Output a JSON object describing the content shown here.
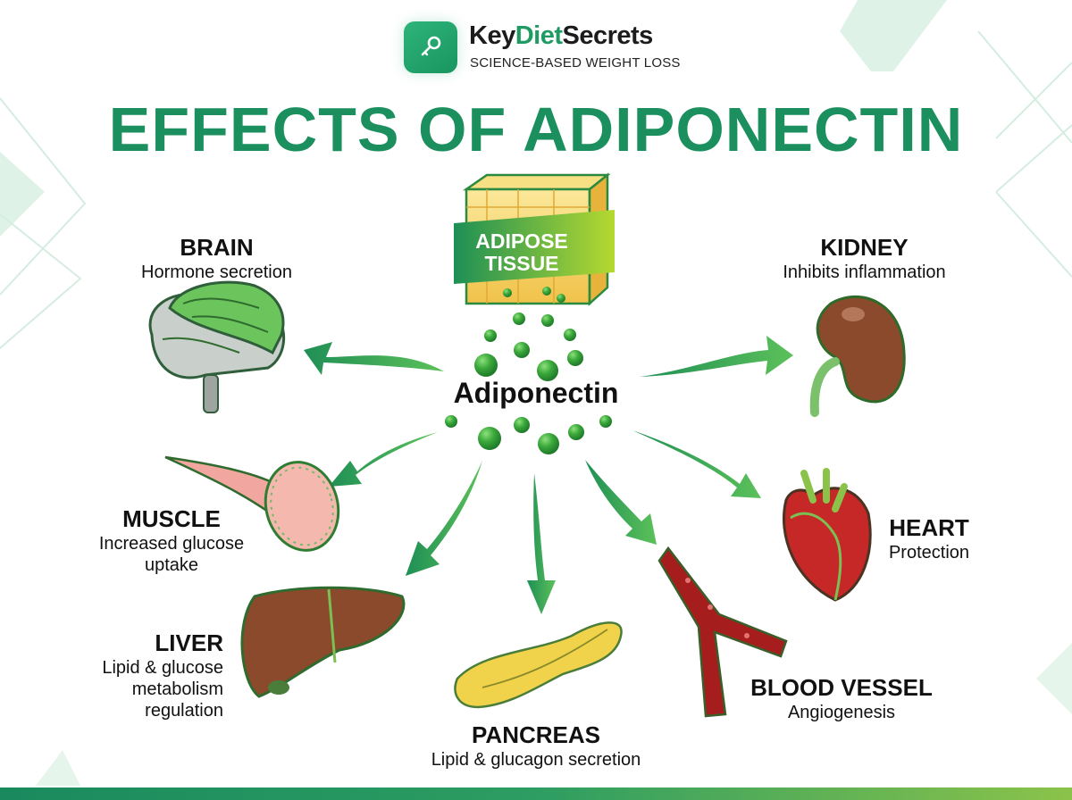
{
  "header": {
    "logo_icon": "key-icon",
    "brand_prefix": "Key",
    "brand_accent": "Diet",
    "brand_suffix": "Secrets",
    "tagline": "SCIENCE-BASED WEIGHT LOSS"
  },
  "title": "EFFECTS OF ADIPONECTIN",
  "source": {
    "label_line1": "ADIPOSE",
    "label_line2": "TISSUE",
    "hormone": "Adiponectin"
  },
  "organs": [
    {
      "id": "brain",
      "name": "BRAIN",
      "effect": "Hormone secretion",
      "icon": "brain-icon"
    },
    {
      "id": "kidney",
      "name": "KIDNEY",
      "effect": "Inhibits inflammation",
      "icon": "kidney-icon"
    },
    {
      "id": "muscle",
      "name": "MUSCLE",
      "effect_line1": "Increased glucose",
      "effect_line2": "uptake",
      "icon": "muscle-icon"
    },
    {
      "id": "heart",
      "name": "HEART",
      "effect": "Protection",
      "icon": "heart-icon"
    },
    {
      "id": "liver",
      "name": "LIVER",
      "effect_line1": "Lipid & glucose",
      "effect_line2": "metabolism",
      "effect_line3": "regulation",
      "icon": "liver-icon"
    },
    {
      "id": "pancreas",
      "name": "PANCREAS",
      "effect": "Lipid & glucagon secretion",
      "icon": "pancreas-icon"
    },
    {
      "id": "blood_vessel",
      "name": "BLOOD VESSEL",
      "effect": "Angiogenesis",
      "icon": "blood-vessel-icon"
    }
  ],
  "colors": {
    "brand_green": "#1b8f5e",
    "arrow_green": "#2a9d4f",
    "bubble_green": "#3aa83a",
    "organ_brown": "#8b4a2b",
    "heart_red": "#c62828",
    "fat_yellow": "#f5d66b"
  }
}
